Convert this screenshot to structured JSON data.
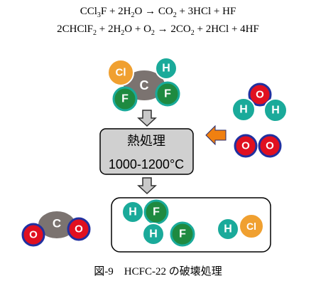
{
  "equations": {
    "eq1": [
      "CCl",
      "3",
      "F + 2H",
      "2",
      "O → CO",
      "2",
      " + 3HCl + HF"
    ],
    "eq2": [
      "2CHClF",
      "2",
      " + 2H",
      "2",
      "O + O",
      "2",
      " → 2CO",
      "2",
      " + 2HCl + 4HF"
    ]
  },
  "atoms": {
    "cl": "Cl",
    "c": "C",
    "h": "H",
    "f": "F",
    "o": "O"
  },
  "process_box": {
    "title": "熱処理",
    "temperature": "1000-1200°C"
  },
  "caption": "図-9　HCFC-22 の破壊処理",
  "colors": {
    "chlorine": "#f0a030",
    "carbon": "#7b7370",
    "hydrogen": "#1aaa9a",
    "fluorine": "#1e8a40",
    "oxygen": "#e01020",
    "oxygen_ring": "#2030a0",
    "box_fill": "#d0d0d0",
    "arrow_orange": "#f08010"
  }
}
